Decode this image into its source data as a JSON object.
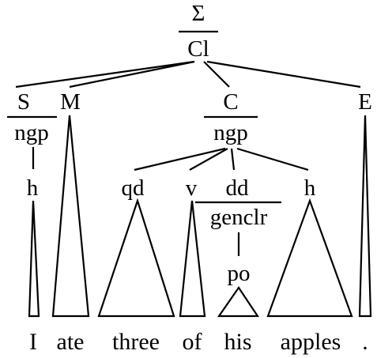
{
  "tree": {
    "root_top": "Σ",
    "root_bottom": "Cl",
    "subject": "S",
    "main_verb": "M",
    "complement": "C",
    "ending": "E",
    "subject_ngp": "ngp",
    "subject_head": "h",
    "complement_ngp": "ngp",
    "quantifier": "qd",
    "selector": "v",
    "deictic": "dd",
    "complement_head": "h",
    "genitive_cluster": "genclr",
    "possessor": "po"
  },
  "sentence": {
    "words": [
      "I",
      "ate",
      "three",
      "of",
      "his",
      "apples",
      "."
    ]
  }
}
